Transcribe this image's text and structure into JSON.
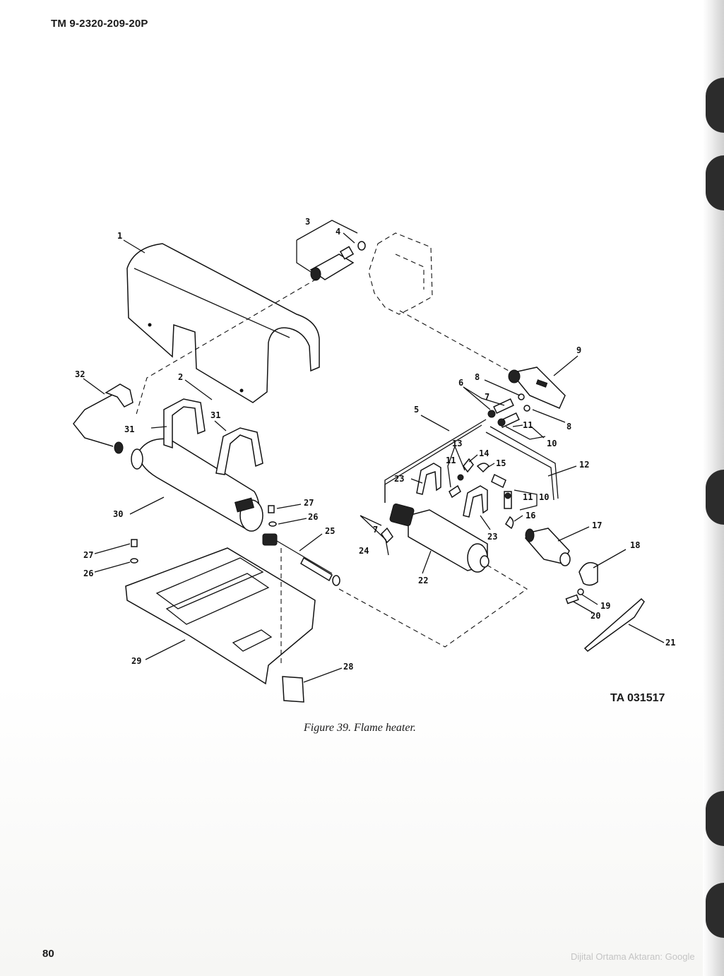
{
  "header": {
    "doc_id": "TM 9-2320-209-20P"
  },
  "figure": {
    "caption": "Figure 39.  Flame heater.",
    "ta_number": "TA 031517",
    "callouts": [
      "1",
      "2",
      "3",
      "4",
      "5",
      "6",
      "7",
      "8",
      "9",
      "10",
      "11",
      "12",
      "13",
      "14",
      "15",
      "16",
      "17",
      "18",
      "19",
      "20",
      "21",
      "22",
      "23",
      "24",
      "25",
      "26",
      "27",
      "28",
      "29",
      "30",
      "31",
      "32"
    ]
  },
  "footer": {
    "page_number": "80",
    "watermark": "Dijital Ortama Aktaran: Google"
  }
}
